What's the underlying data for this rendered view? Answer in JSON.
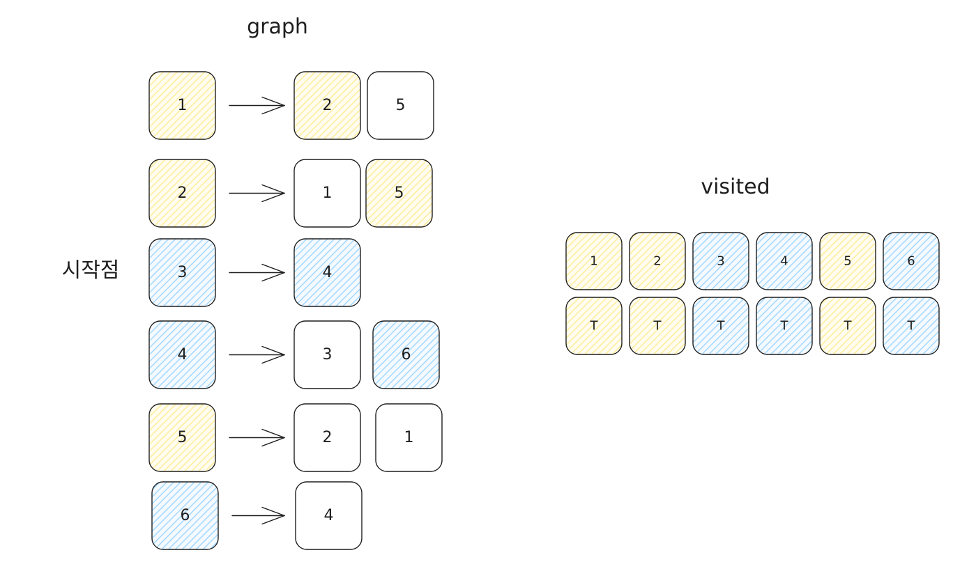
{
  "graph_title": "graph",
  "visited_title": "visited",
  "start_label": "시작점",
  "colors": {
    "yellow_fill": "#ffec99",
    "blue_fill": "#a5d8ff",
    "stroke": "#1e1e1e"
  },
  "adjacency": [
    {
      "node": "1",
      "color": "yellow",
      "neighbors": [
        {
          "value": "2",
          "color": "yellow"
        },
        {
          "value": "5",
          "color": "none"
        }
      ]
    },
    {
      "node": "2",
      "color": "yellow",
      "neighbors": [
        {
          "value": "1",
          "color": "none"
        },
        {
          "value": "5",
          "color": "yellow"
        }
      ]
    },
    {
      "node": "3",
      "color": "blue",
      "neighbors": [
        {
          "value": "4",
          "color": "blue"
        }
      ]
    },
    {
      "node": "4",
      "color": "blue",
      "neighbors": [
        {
          "value": "3",
          "color": "none"
        },
        {
          "value": "6",
          "color": "blue"
        }
      ]
    },
    {
      "node": "5",
      "color": "yellow",
      "neighbors": [
        {
          "value": "2",
          "color": "none"
        },
        {
          "value": "1",
          "color": "none"
        }
      ]
    },
    {
      "node": "6",
      "color": "blue",
      "neighbors": [
        {
          "value": "4",
          "color": "none"
        }
      ]
    }
  ],
  "visited": {
    "indices": [
      "1",
      "2",
      "3",
      "4",
      "5",
      "6"
    ],
    "values": [
      "T",
      "T",
      "T",
      "T",
      "T",
      "T"
    ],
    "colors": [
      "yellow",
      "yellow",
      "blue",
      "blue",
      "yellow",
      "blue"
    ]
  }
}
